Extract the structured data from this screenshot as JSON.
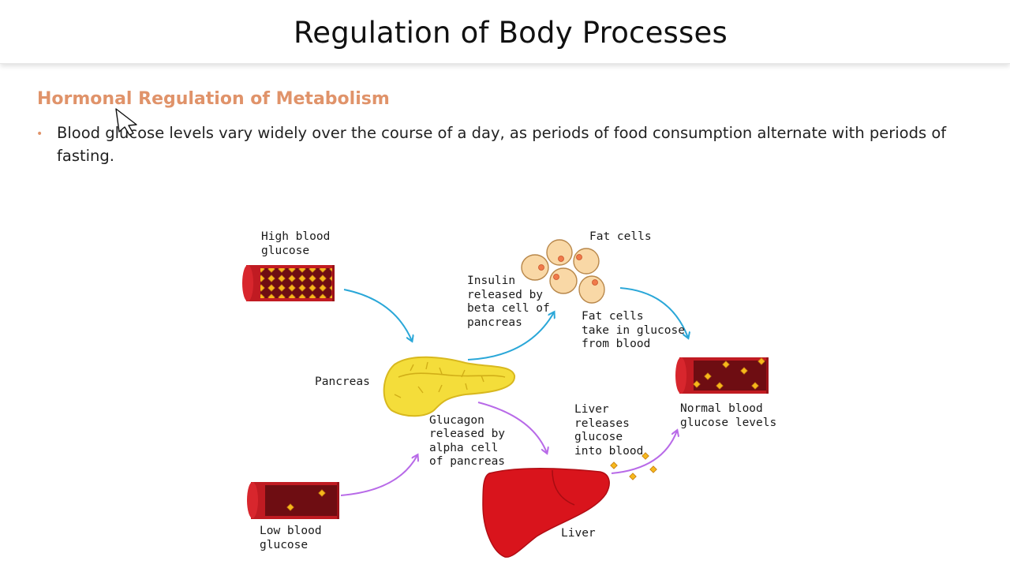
{
  "slide": {
    "title": "Regulation of Body Processes",
    "heading": "Hormonal Regulation of Metabolism",
    "bullet_marker": "•",
    "bullet": "Blood glucose levels vary widely over the course of a day, as periods of food consumption alternate with periods of fasting."
  },
  "diagram": {
    "high_glucose": [
      "High blood",
      "glucose"
    ],
    "pancreas": "Pancreas",
    "insulin": [
      "Insulin",
      "released by",
      "beta cell of",
      "pancreas"
    ],
    "fat_cells": "Fat cells",
    "fat_take": [
      "Fat cells",
      "take in glucose",
      "from blood"
    ],
    "normal": [
      "Normal blood",
      "glucose levels"
    ],
    "glucagon": [
      "Glucagon",
      "released by",
      "alpha cell",
      "of pancreas"
    ],
    "liver_releases": [
      "Liver",
      "releases",
      "glucose",
      "into blood"
    ],
    "low_glucose": [
      "Low blood",
      "glucose"
    ],
    "liver": "Liver"
  },
  "colors": {
    "heading": "#e0936a",
    "insulin_arrow": "#2aa7d8",
    "glucagon_arrow": "#b86ae8",
    "vessel": "#c01b22",
    "pancreas": "#f4dd3a",
    "liver": "#d9141c",
    "fat_cell": "#f9d8a6",
    "glucose": "#f6b81c"
  },
  "icons": {
    "cursor": "pointer-cursor-icon"
  }
}
